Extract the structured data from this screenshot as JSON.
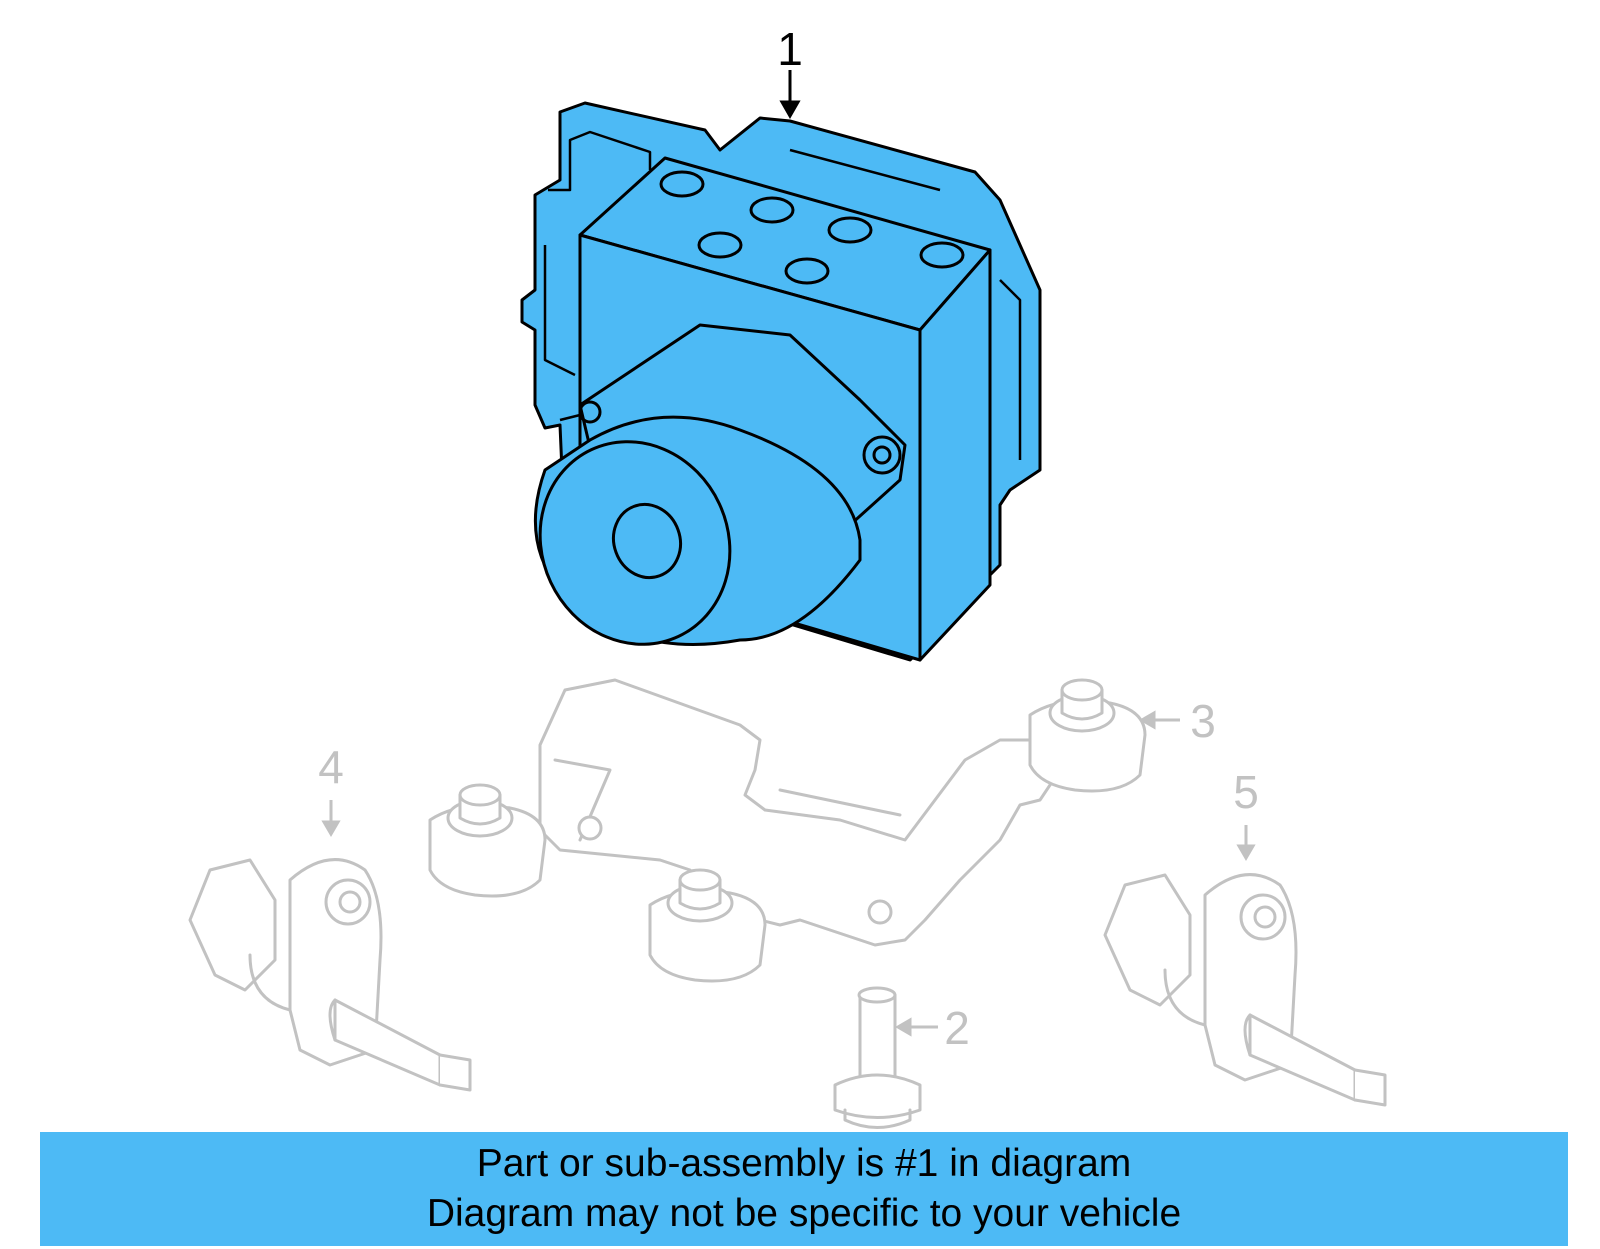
{
  "callouts": {
    "main_unit": "1",
    "bolt": "2",
    "mount": "3",
    "sensor_left": "4",
    "sensor_right": "5"
  },
  "banner": {
    "line1": "Part or sub-assembly is #1 in diagram",
    "line2": "Diagram may not be specific to your vehicle"
  },
  "colors": {
    "highlight": "#4dbaf5",
    "banner": "#4dbaf5",
    "faded_outline": "#c2c2c2",
    "outline": "#000000"
  }
}
